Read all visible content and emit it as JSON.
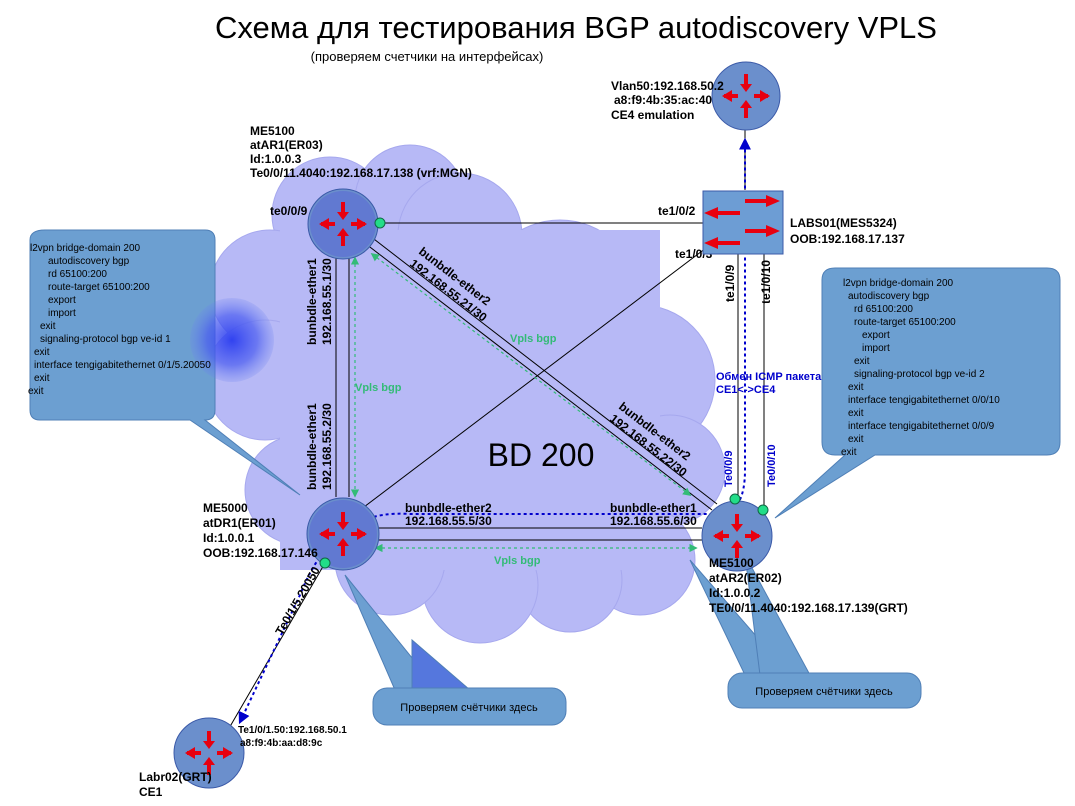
{
  "title": "Схема для тестирования BGP autodiscovery VPLS",
  "subtitle": "(проверяем счетчики на интерфейсах)",
  "bd_label": "BD 200",
  "colors": {
    "cloud": "#b7b9f6",
    "router": "#6b8fcc",
    "router_inner": "#5a68d6",
    "switch": "#6d9dd4",
    "callout": "#6c9fd1",
    "vpls": "#33bb77",
    "icmp": "#0000cc",
    "arrow": "#e8000f",
    "port_dot": "#22dd88"
  },
  "nodes": {
    "ar1": {
      "icon": "router-icon",
      "lines": [
        "ME5100",
        "atAR1(ER03)",
        "Id:1.0.0.3",
        "Te0/0/11.4040:192.168.17.138 (vrf:MGN)"
      ]
    },
    "dr1": {
      "icon": "router-icon",
      "lines": [
        "ME5000",
        "atDR1(ER01)",
        "Id:1.0.0.1",
        "OOB:192.168.17.146"
      ]
    },
    "ar2": {
      "icon": "router-icon",
      "lines": [
        "ME5100",
        "atAR2(ER02)",
        "Id:1.0.0.2",
        "TE0/0/11.4040:192.168.17.139(GRT)"
      ]
    },
    "ce4": {
      "icon": "router-icon",
      "lines": [
        "Vlan50:192.168.50.2",
        "a8:f9:4b:35:ac:40",
        "CE4 emulation"
      ]
    },
    "ce1": {
      "icon": "router-icon",
      "lines": [
        "Labr02(GRT)",
        "CE1"
      ],
      "ip_lines": [
        "Te1/0/1.50:192.168.50.1",
        "a8:f9:4b:aa:d8:9c"
      ]
    },
    "labs": {
      "icon": "switch-icon",
      "lines": [
        "LABS01(MES5324)",
        "OOB:192.168.17.137"
      ]
    }
  },
  "ports": {
    "ar1_te9": "te0/0/9",
    "labs_te2": "te1/0/2",
    "labs_te3": "te1/0/3",
    "labs_te9": "te1/0/9",
    "labs_te10": "te1/0/10",
    "ar2_te9": "Te0/0/9",
    "ar2_te10": "Te0/0/10",
    "dr1_te": "Te0/1/5.20050"
  },
  "links": {
    "ar1_dr1_a": [
      "bunbdle-ether1",
      "192.168.55.1/30"
    ],
    "ar1_dr1_b": [
      "bunbdle-ether1",
      "192.168.55.2/30"
    ],
    "ar1_ar2_a": [
      "bunbdle-ether2",
      "192.168.55.21/30"
    ],
    "ar1_ar2_b": [
      "bunbdle-ether2",
      "192.168.55.22/30"
    ],
    "dr1_ar2_a": [
      "bunbdle-ether2",
      "192.168.55.5/30"
    ],
    "dr1_ar2_b": [
      "bunbdle-ether1",
      "192.168.55.6/30"
    ]
  },
  "vpls_labels": [
    "Vpls bgp",
    "Vpls bgp",
    "Vpls bgp"
  ],
  "icmp_label": [
    "Обмен ICMP пакетами",
    "CE1<->CE4"
  ],
  "callouts": {
    "left_config": [
      "l2vpn bridge-domain 200",
      "autodiscovery bgp",
      "rd 65100:200",
      "route-target 65100:200",
      "export",
      "import",
      "exit",
      "signaling-protocol bgp ve-id 1",
      "exit",
      "interface tengigabitethernet 0/1/5.20050",
      "exit",
      "exit"
    ],
    "right_config": [
      "l2vpn bridge-domain 200",
      "autodiscovery bgp",
      "rd 65100:200",
      "route-target 65100:200",
      "export",
      "import",
      "exit",
      "signaling-protocol bgp ve-id 2",
      "exit",
      "interface tengigabitethernet 0/0/10",
      "exit",
      "interface tengigabitethernet 0/0/9",
      "exit",
      "exit"
    ],
    "check_left": "Проверяем счётчики здесь",
    "check_right": "Проверяем счётчики здесь"
  }
}
